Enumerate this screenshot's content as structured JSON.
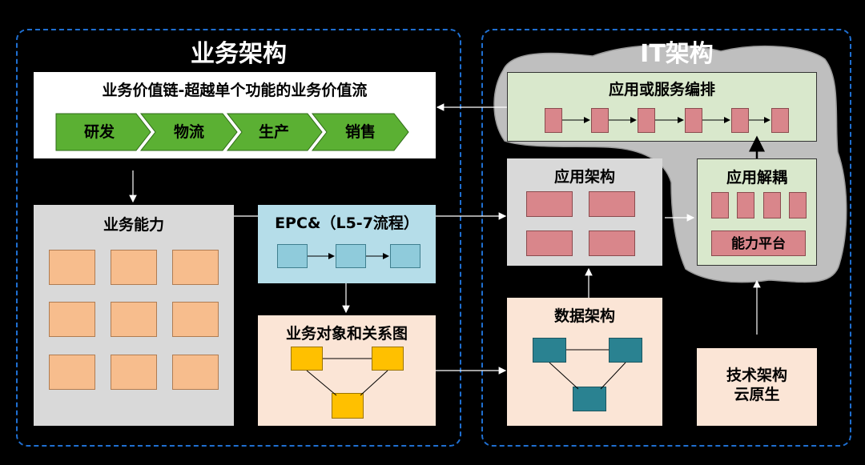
{
  "business_arch": {
    "title": "业务架构",
    "value_chain": {
      "title": "业务价值链-超越单个功能的业务价值流",
      "steps": [
        "研发",
        "物流",
        "生产",
        "销售"
      ]
    },
    "capability": {
      "title": "业务能力"
    },
    "epc": {
      "title": "EPC&（L5-7流程）"
    },
    "objects": {
      "title": "业务对象和关系图"
    }
  },
  "it_arch": {
    "title": "IT架构",
    "orchestration": {
      "title": "应用或服务编排"
    },
    "app_arch": {
      "title": "应用架构"
    },
    "decoupling": {
      "title": "应用解耦",
      "platform": "能力平台"
    },
    "data_arch": {
      "title": "数据架构"
    },
    "tech_arch": {
      "line1": "技术架构",
      "line2": "云原生"
    }
  },
  "colors": {
    "dashed_border": "#1f6fd1",
    "value_chain_green": "#5bb033",
    "orchestration_bg": "#d9e8cc",
    "light_gray": "#d9d9d9",
    "epc_bg": "#b5dde9",
    "peach_bg": "#fbe5d6",
    "cloud_gray": "#bfbfbf"
  }
}
